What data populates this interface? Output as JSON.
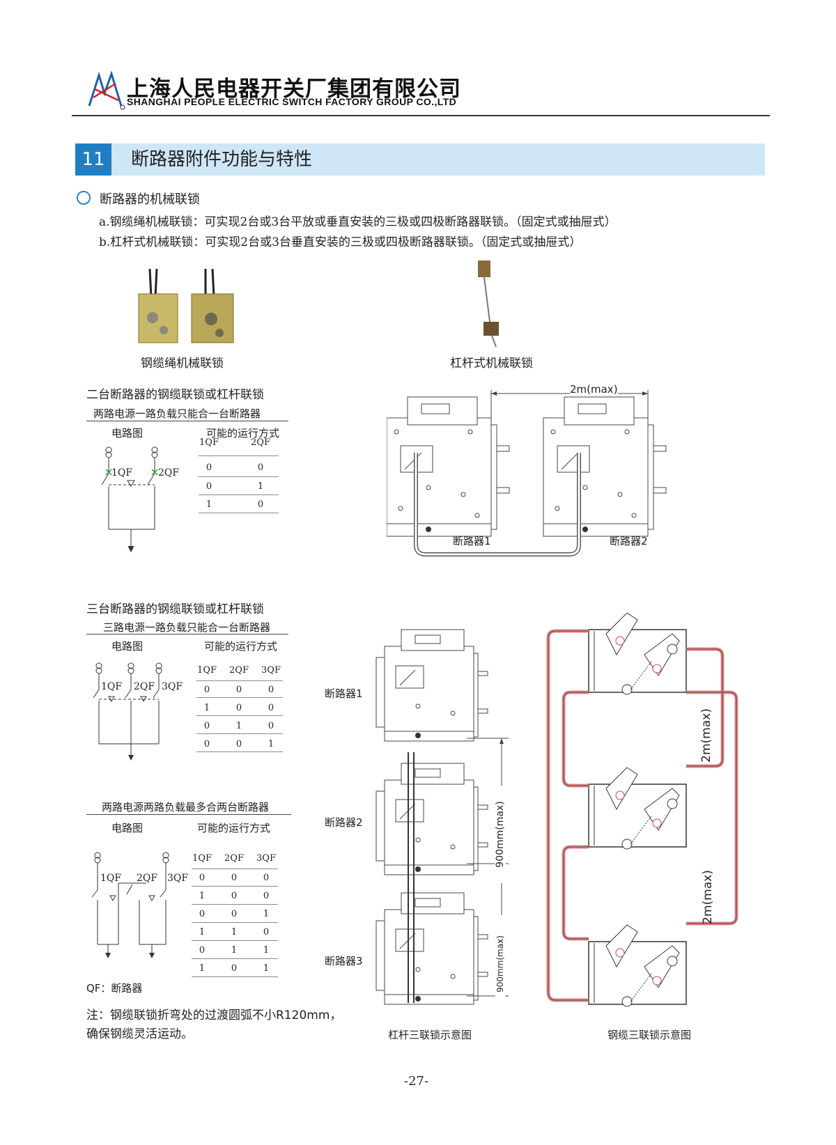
{
  "header": {
    "company_cn": "上海人民电器开关厂集团有限公司",
    "company_en": "SHANGHAI PEOPLE ELECTRIC SWITCH FACTORY GROUP CO.,LTD"
  },
  "section": {
    "number": "11",
    "title": "断路器附件功能与特性"
  },
  "subsection": {
    "title": "断路器的机械联锁",
    "line_a": "a.钢缆绳机械联锁：可实现2台或3台平放或垂直安装的三极或四极断路器联锁。（固定式或抽屉式）",
    "line_b": "b.杠杆式机械联锁：可实现2台或3台垂直安装的三极或四极断路器联锁。（固定式或抽屉式）"
  },
  "photos": {
    "cable_caption": "钢缆绳机械联锁",
    "lever_caption": "杠杆式机械联锁"
  },
  "two_breaker": {
    "heading": "二台断路器的钢缆联锁或杠杆联锁",
    "subheading": "两路电源一路负载只能合一台断路器",
    "col_circuit": "电路图",
    "col_modes": "可能的运行方式",
    "labels": [
      "1QF",
      "2QF"
    ],
    "table": {
      "headers": [
        "1QF",
        "2QF"
      ],
      "rows": [
        [
          "0",
          "0"
        ],
        [
          "0",
          "1"
        ],
        [
          "1",
          "0"
        ]
      ]
    },
    "dim_label": "2m(max)",
    "breaker1": "断路器1",
    "breaker2": "断路器2"
  },
  "three_breaker": {
    "heading": "三台断路器的钢缆联锁或杠杆联锁",
    "subheading": "三路电源一路负载只能合一台断路器",
    "col_circuit": "电路图",
    "col_modes": "可能的运行方式",
    "labels": [
      "1QF",
      "2QF",
      "3QF"
    ],
    "table": {
      "headers": [
        "1QF",
        "2QF",
        "3QF"
      ],
      "rows": [
        [
          "0",
          "0",
          "0"
        ],
        [
          "1",
          "0",
          "0"
        ],
        [
          "0",
          "1",
          "0"
        ],
        [
          "0",
          "0",
          "1"
        ]
      ]
    }
  },
  "two_source_two_load": {
    "subheading": "两路电源两路负载最多合两台断路器",
    "col_circuit": "电路图",
    "col_modes": "可能的运行方式",
    "labels": [
      "1QF",
      "2QF",
      "3QF"
    ],
    "table": {
      "headers": [
        "1QF",
        "2QF",
        "3QF"
      ],
      "rows": [
        [
          "0",
          "0",
          "0"
        ],
        [
          "1",
          "0",
          "0"
        ],
        [
          "0",
          "0",
          "1"
        ],
        [
          "1",
          "1",
          "0"
        ],
        [
          "0",
          "1",
          "1"
        ],
        [
          "1",
          "0",
          "1"
        ]
      ]
    }
  },
  "lever_diagram": {
    "breaker1": "断路器1",
    "breaker2": "断路器2",
    "breaker3": "断路器3",
    "dim_label": "900mm(max)",
    "caption": "杠杆三联锁示意图"
  },
  "cable_diagram": {
    "dim_label": "2m(max)",
    "caption": "钢缆三联锁示意图"
  },
  "legend": "QF：断路器",
  "note_line1": "注：钢缆联锁折弯处的过渡圆弧不小R120mm，",
  "note_line2": "确保钢缆灵活运动。",
  "page_number": "-27-"
}
